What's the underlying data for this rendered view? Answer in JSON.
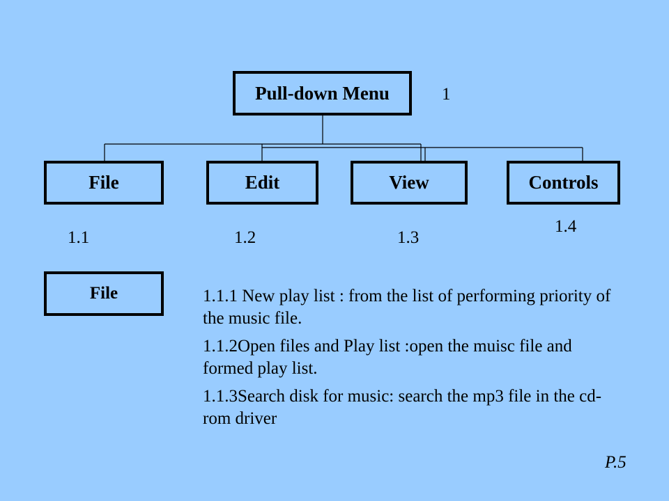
{
  "tree": {
    "root": {
      "label": "Pull-down Menu",
      "number": "1"
    },
    "children": [
      {
        "label": "File",
        "number": "1.1"
      },
      {
        "label": "Edit",
        "number": "1.2"
      },
      {
        "label": "View",
        "number": "1.3"
      },
      {
        "label": "Controls",
        "number": "1.4"
      }
    ]
  },
  "detail": {
    "heading": "File",
    "items": [
      "1.1.1 New play list : from the list of performing priority of the music  file.",
      "1.1.2Open files and Play list :open the muisc file and formed play list.",
      "1.1.3Search disk for music: search the mp3 file in the cd-rom driver"
    ]
  },
  "page": "P.5"
}
